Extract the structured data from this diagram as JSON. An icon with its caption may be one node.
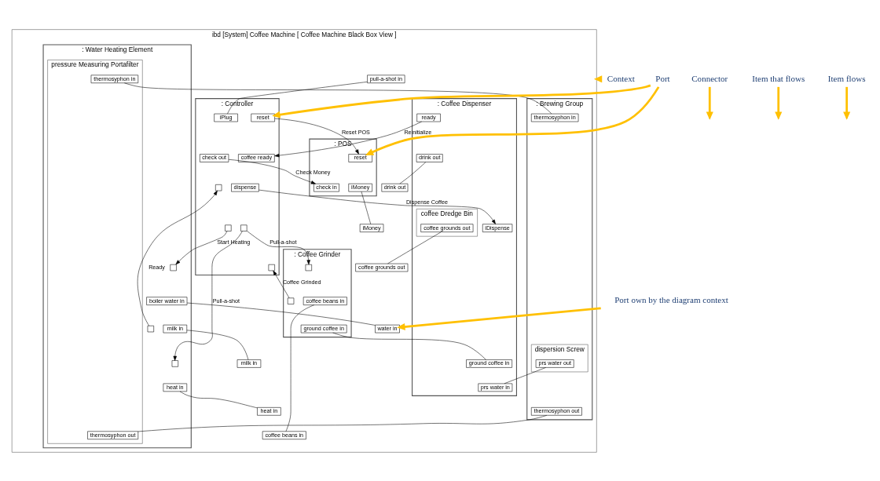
{
  "diagram": {
    "nodes": [
      {
        "text": [
          "ibd [System] Coffee Machine [ Coffee Machine Black Box View ]"
        ]
      },
      {
        "text": [
          "pull-a-shot in"
        ],
        "in": 0
      },
      {
        "text": [
          ": Controller"
        ],
        "in": 0
      },
      {
        "text": [
          "iPlug"
        ],
        "in": 2
      },
      {
        "text": [
          "reset"
        ],
        "in": 2
      },
      {
        "text": [
          "check out"
        ],
        "in": 2
      },
      {
        "text": [
          "coffee ready"
        ],
        "in": 2
      },
      {
        "text": [
          "dispense"
        ],
        "in": 2
      },
      {
        "text": [],
        "shape": "box",
        "in": 2
      },
      {
        "text": [],
        "shape": "box",
        "in": 2
      },
      {
        "text": [],
        "shape": "box",
        "in": 2
      },
      {
        "text": [],
        "shape": "box",
        "in": 2
      },
      {
        "text": [
          ": POS"
        ],
        "in": 0
      },
      {
        "text": [
          "reset"
        ],
        "in": 12
      },
      {
        "text": [
          "check in"
        ],
        "in": 12
      },
      {
        "text": [
          "iMoney"
        ],
        "in": 12
      },
      {
        "text": [
          "iMoney"
        ],
        "in": 0
      },
      {
        "text": [
          ": Coffee Grinder"
        ],
        "in": 0
      },
      {
        "text": [],
        "shape": "box",
        "in": 17
      },
      {
        "text": [],
        "shape": "box",
        "in": 17
      },
      {
        "text": [
          "ground coffee in"
        ],
        "in": 17
      },
      {
        "text": [
          "coffee beans in"
        ],
        "in": 17
      },
      {
        "text": [
          ": Coffee Dispenser"
        ],
        "in": 0
      },
      {
        "text": [
          "iDispense"
        ],
        "in": 22
      },
      {
        "text": [
          "ready"
        ],
        "in": 22
      },
      {
        "text": [
          "ground coffee in"
        ],
        "in": 22
      },
      {
        "text": [
          "drink out"
        ],
        "in": 22
      },
      {
        "text": [
          "coffee Dredge Bin"
        ],
        "in": 22
      },
      {
        "text": [
          "coffee grounds out"
        ],
        "in": 27
      },
      {
        "text": [
          "prs water in"
        ],
        "in": 22
      },
      {
        "text": [
          "drink out"
        ],
        "in": 0
      },
      {
        "text": [
          "coffee grounds out"
        ],
        "in": 0
      },
      {
        "text": [
          ": Water Heating Element"
        ],
        "in": 0
      },
      {
        "text": [],
        "shape": "box",
        "in": 32
      },
      {
        "text": [],
        "shape": "box",
        "in": 32
      },
      {
        "text": [],
        "shape": "box",
        "in": 32
      },
      {
        "text": [
          "pressure Measuring Portafilter"
        ],
        "in": 32
      },
      {
        "text": [
          "thermosyphon out"
        ],
        "in": 36
      },
      {
        "text": [
          "thermosyphon in"
        ],
        "in": 36
      },
      {
        "text": [
          "boiler water in"
        ],
        "in": 32
      },
      {
        "text": [
          "heat in"
        ],
        "in": 32
      },
      {
        "text": [
          "milk in"
        ],
        "in": 32
      },
      {
        "text": [
          ": Brewing Group"
        ],
        "in": 0
      },
      {
        "text": [
          "thermosyphon out"
        ],
        "in": 42
      },
      {
        "text": [
          "thermosyphon in"
        ],
        "in": 42
      },
      {
        "text": [
          "dispersion Screw"
        ],
        "in": 42
      },
      {
        "text": [
          "prs water out"
        ],
        "in": 45
      },
      {
        "text": [
          "water in"
        ],
        "in": 0
      },
      {
        "text": [
          "heat in"
        ],
        "in": 0
      },
      {
        "text": [
          "milk in"
        ],
        "in": 0
      },
      {
        "text": [
          "coffee beans in"
        ],
        "in": 0
      },
      {
        "text": [
          "Context"
        ]
      },
      {
        "text": [
          "Port"
        ]
      },
      {
        "text": [
          "Connector"
        ]
      },
      {
        "text": [
          "Item that flows"
        ]
      },
      {
        "text": [
          "Item flows"
        ]
      },
      {
        "text": [
          "Port own by the diagram context"
        ]
      }
    ],
    "edges": [
      {
        "from": 1,
        "to": 3,
        "arrow": "none"
      },
      {
        "from": 4,
        "to": 13,
        "arrow": "to",
        "label": "Reset POS"
      },
      {
        "from": 5,
        "to": 14,
        "arrow": "to",
        "label": "Check Money"
      },
      {
        "from": 24,
        "to": 6,
        "arrow": "to",
        "label": "Reinitialize"
      },
      {
        "from": 7,
        "to": 23,
        "arrow": "to",
        "label": "Dispense Coffee"
      },
      {
        "from": 15,
        "to": 16,
        "arrow": "none"
      },
      {
        "from": 26,
        "to": 30,
        "arrow": "none"
      },
      {
        "from": 18,
        "to": 11,
        "arrow": "to",
        "label": "Coffee Grinded"
      },
      {
        "from": 10,
        "to": 19,
        "arrow": "to",
        "label": "Pull-a-shot"
      },
      {
        "from": 10,
        "to": 35,
        "arrow": "to",
        "label": "Pull-a-shot"
      },
      {
        "from": 9,
        "to": 34,
        "arrow": "to",
        "label": "Start Heating"
      },
      {
        "from": 33,
        "to": 8,
        "arrow": "to",
        "label": "Ready"
      },
      {
        "from": 20,
        "to": 25,
        "arrow": "none"
      },
      {
        "from": 21,
        "to": 50,
        "arrow": "none"
      },
      {
        "from": 43,
        "to": 37,
        "arrow": "none"
      },
      {
        "from": 38,
        "to": 44,
        "arrow": "none"
      },
      {
        "from": 46,
        "to": 29,
        "arrow": "none"
      },
      {
        "from": 28,
        "to": 31,
        "arrow": "none"
      },
      {
        "from": 39,
        "to": 47,
        "arrow": "none"
      },
      {
        "from": 40,
        "to": 48,
        "arrow": "none"
      },
      {
        "from": 41,
        "to": 49,
        "arrow": "none"
      },
      {
        "from": 51,
        "to": 0,
        "arrow": "to",
        "style": "thick",
        "color": "#ffc000"
      },
      {
        "from": 52,
        "to": 4,
        "arrow": "to",
        "style": "thick",
        "color": "#ffc000"
      },
      {
        "from": 52,
        "to": 13,
        "arrow": "to",
        "style": "thick",
        "color": "#ffc000"
      },
      {
        "from": 53,
        "to": null,
        "arrow": "to",
        "style": "thick",
        "color": "#ffc000"
      },
      {
        "from": 54,
        "to": null,
        "arrow": "to",
        "style": "thick",
        "color": "#ffc000"
      },
      {
        "from": 55,
        "to": null,
        "arrow": "to",
        "style": "thick",
        "color": "#ffc000"
      },
      {
        "from": 56,
        "to": 47,
        "arrow": "to",
        "style": "thick",
        "color": "#ffc000"
      }
    ]
  }
}
